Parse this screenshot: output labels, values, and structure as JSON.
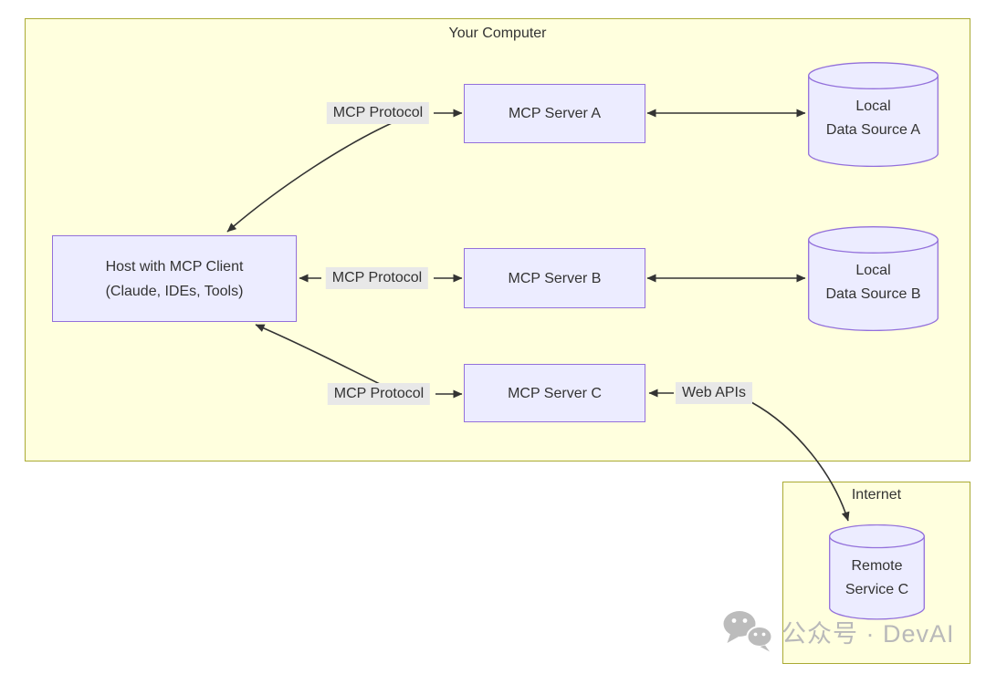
{
  "clusters": {
    "your_computer": {
      "label": "Your Computer"
    },
    "internet": {
      "label": "Internet"
    }
  },
  "nodes": {
    "host": {
      "line1": "Host with MCP Client",
      "line2": "(Claude, IDEs, Tools)"
    },
    "server_a": {
      "label": "MCP Server A"
    },
    "server_b": {
      "label": "MCP Server B"
    },
    "server_c": {
      "label": "MCP Server C"
    },
    "source_a": {
      "line1": "Local",
      "line2": "Data Source A"
    },
    "source_b": {
      "line1": "Local",
      "line2": "Data Source B"
    },
    "remote_c": {
      "line1": "Remote",
      "line2": "Service C"
    }
  },
  "edge_labels": {
    "protocol_a": "MCP Protocol",
    "protocol_b": "MCP Protocol",
    "protocol_c": "MCP Protocol",
    "web_apis": "Web APIs"
  },
  "watermark": {
    "text": "公众号 · DevAI",
    "icon": "wechat-icon"
  },
  "colors": {
    "node_fill": "#ECECFF",
    "node_border": "#9370DB",
    "cluster_fill": "#ffffde",
    "cluster_border": "#aaaa33",
    "edge": "#333333",
    "edge_label_bg": "#e8e8e8",
    "text": "#333333",
    "watermark_gray": "#b9b9b9"
  }
}
